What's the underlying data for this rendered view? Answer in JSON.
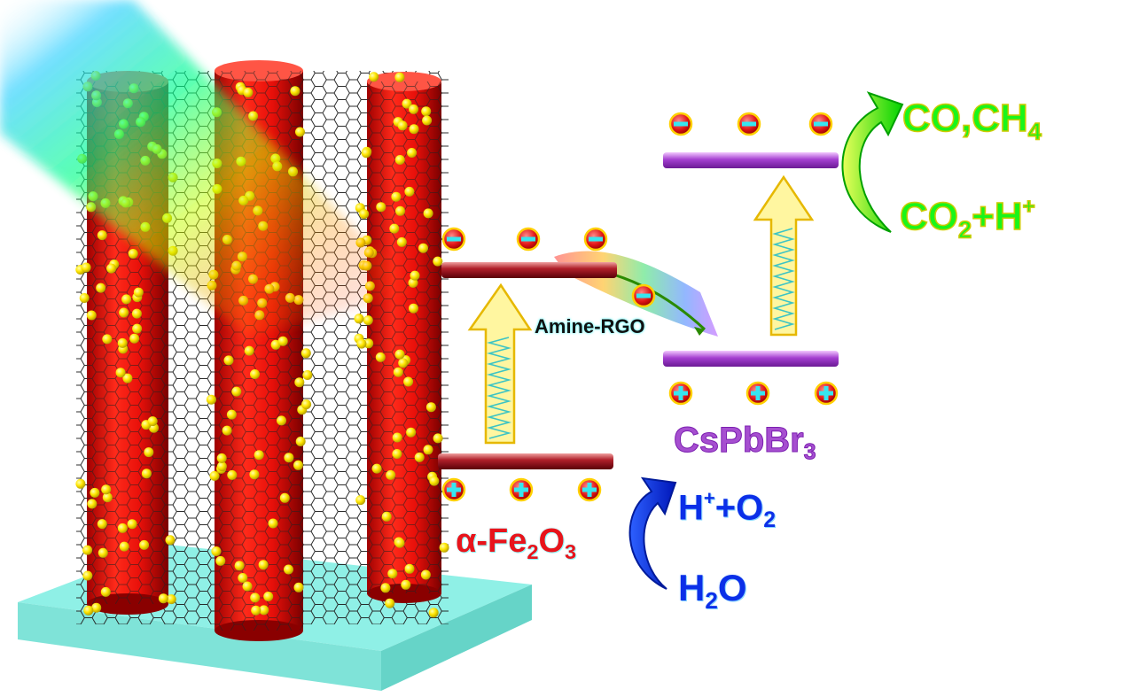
{
  "labels": {
    "products_main": "CO,CH",
    "products_sub": "4",
    "reactant_co": "CO",
    "reactant_co_sub": "2",
    "reactant_plus_h": "+H",
    "reactant_h_sup": "+",
    "ox_h": "H",
    "ox_h_sup": "+",
    "ox_plus_o": "+O",
    "ox_o_sub": "2",
    "water_h": "H",
    "water_h_sub": "2",
    "water_o": "O",
    "fe_prefix": "α-Fe",
    "fe_sub": "2",
    "fe_o": "O",
    "fe_o_sub": "3",
    "csp_main": "CsPbBr",
    "csp_sub": "3",
    "rgo": "Amine-RGO"
  },
  "colors": {
    "product_green": "#19f519",
    "water_blue": "#0b2fe8",
    "fe2o3_red": "#e8141b",
    "cspbbr3_purple": "#a64fd0",
    "charge_red": "#e01515",
    "charge_sign_cyan": "#37e6f0"
  },
  "charges": {
    "electron_symbol": "−",
    "hole_symbol": "+"
  }
}
